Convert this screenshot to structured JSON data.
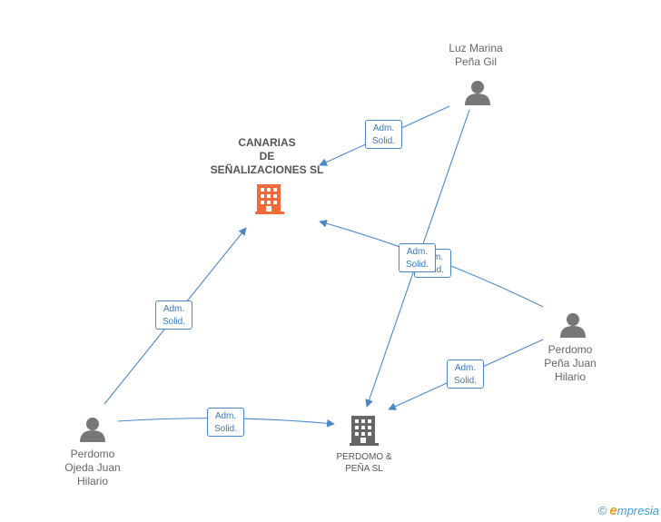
{
  "nodes": {
    "canarias": {
      "lines": [
        "CANARIAS",
        "DE",
        "SEÑALIZACIONES SL"
      ],
      "color": "#f26a3a"
    },
    "perdomo_pena_sl": {
      "lines": [
        "PERDOMO &",
        "PEÑA SL"
      ],
      "color": "#666666"
    },
    "luz_marina": {
      "lines": [
        "Luz Marina",
        "Peña Gil"
      ]
    },
    "perdomo_pena_juan": {
      "lines": [
        "Perdomo",
        "Peña Juan",
        "Hilario"
      ]
    },
    "perdomo_ojeda": {
      "lines": [
        "Perdomo",
        "Ojeda Juan",
        "Hilario"
      ]
    }
  },
  "edge_label": {
    "line1": "Adm.",
    "line2": "Solid."
  },
  "edge_colors": {
    "line": "#4a86c8"
  },
  "brand": {
    "copyright": "©",
    "initial": "e",
    "name": "mpresia"
  }
}
